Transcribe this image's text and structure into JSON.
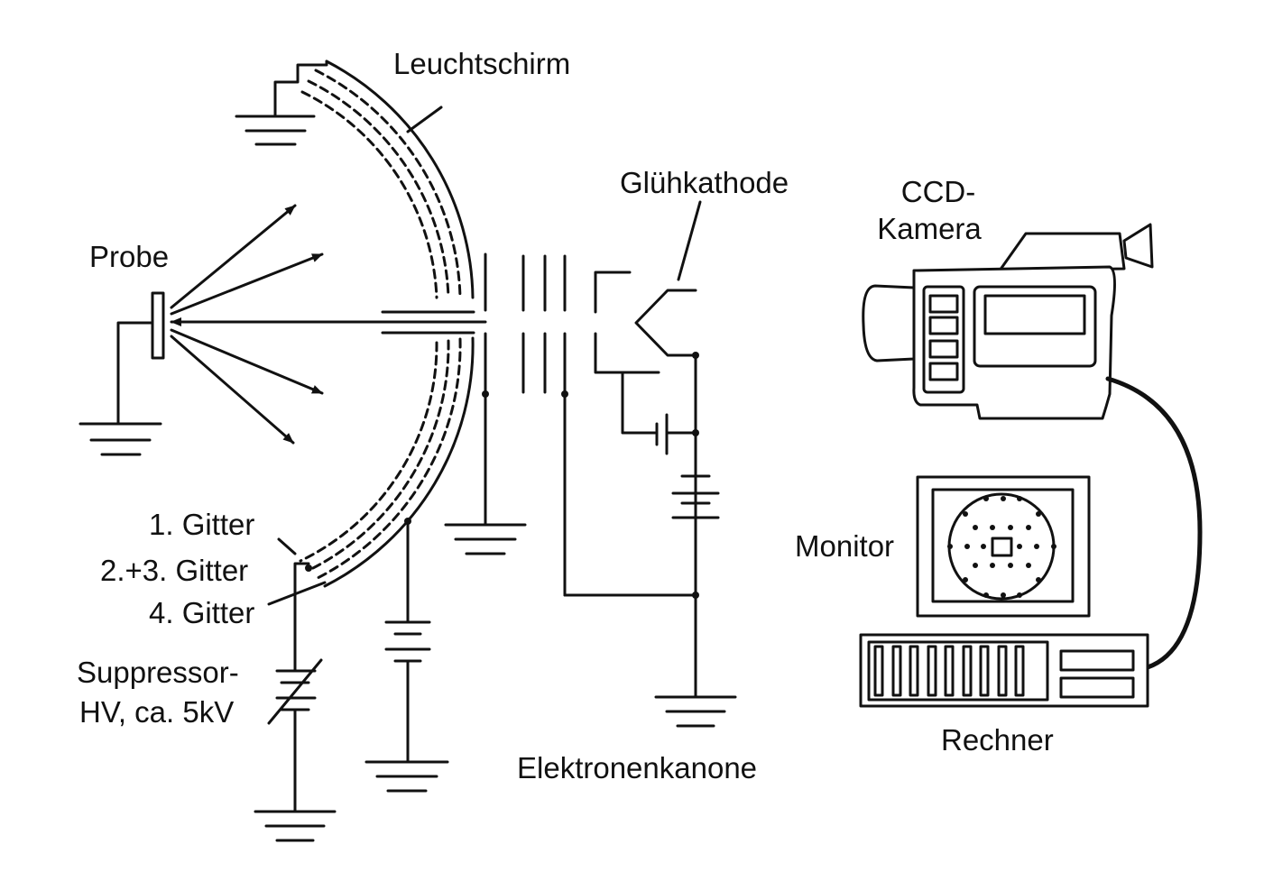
{
  "labels": {
    "screen": "Leuchtschirm",
    "cathode": "Glühkathode",
    "camera_line1": "CCD-",
    "camera_line2": "Kamera",
    "sample": "Probe",
    "grid1": "1. Gitter",
    "grid23": "2.+3. Gitter",
    "grid4": "4. Gitter",
    "suppressor_line1": "Suppressor-",
    "suppressor_line2": "HV, ca. 5kV",
    "gun": "Elektronenkanone",
    "monitor": "Monitor",
    "computer": "Rechner"
  },
  "colors": {
    "ink": "#111111",
    "paper": "#ffffff"
  }
}
